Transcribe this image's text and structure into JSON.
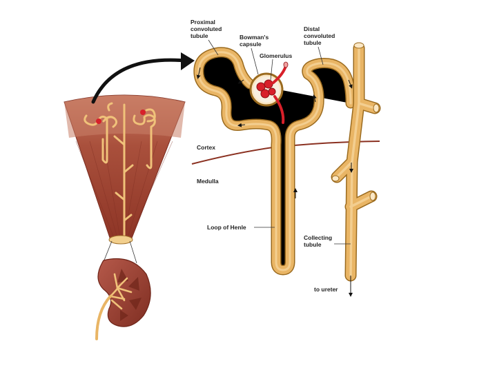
{
  "labels": {
    "proximal": [
      "Proximal",
      "convoluted",
      "tubule"
    ],
    "bowmans": [
      "Bowman's",
      "capsule"
    ],
    "glomerulus": "Glomerulus",
    "distal": [
      "Distal",
      "convoluted",
      "tubule"
    ],
    "cortex": "Cortex",
    "medulla": "Medulla",
    "loop": "Loop of Henle",
    "collecting": [
      "Collecting",
      "tubule"
    ],
    "ureter": "to ureter"
  },
  "colors": {
    "tubule": "#e9b565",
    "tubule_edge": "#9a6a1e",
    "kidney_tissue": "#a84a38",
    "kidney_dark": "#7d2a1e",
    "glomerulus": "#d8202a",
    "boundary": "#8a3020"
  }
}
